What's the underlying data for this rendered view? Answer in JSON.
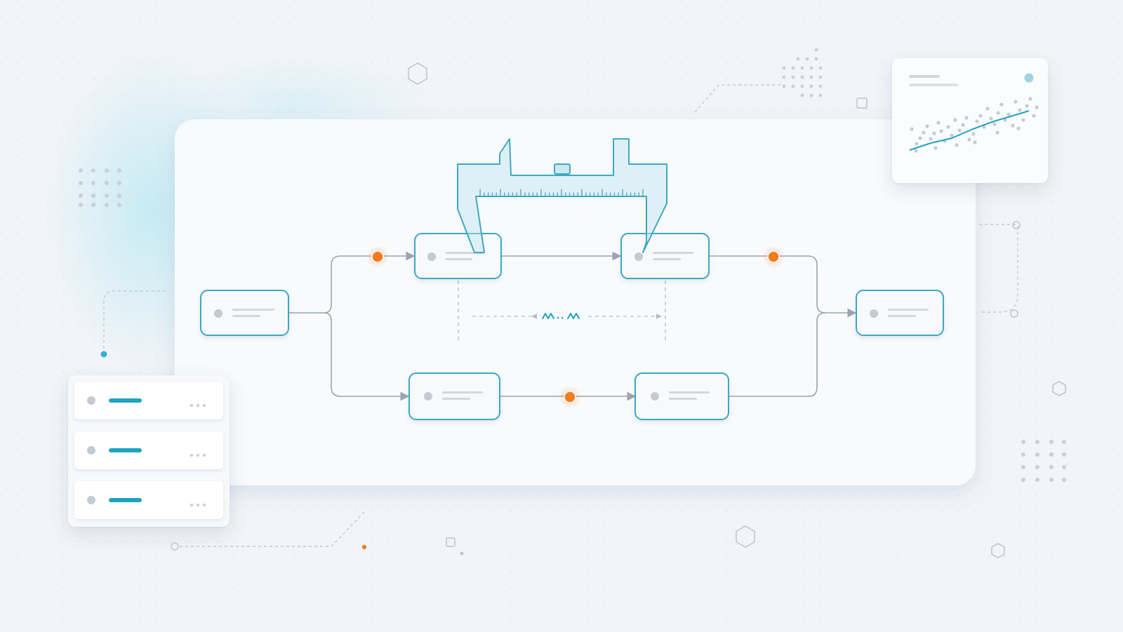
{
  "colors": {
    "background": "#f1f4f8",
    "canvas": "#f8fafc",
    "node_border": "#3ea8c4",
    "accent_teal": "#1fa3c2",
    "accent_orange": "#f47b20",
    "connector": "#9aa4b1",
    "placeholder": "#c4cad3"
  },
  "icons": {
    "caliper": "caliper-icon",
    "measure_squiggle": "squiggle-icon",
    "chart_dot": "status-dot-icon"
  },
  "flow": {
    "nodes": [
      "start",
      "upper-a",
      "upper-b",
      "lower-a",
      "lower-b",
      "end"
    ],
    "markers": [
      "upper-in",
      "upper-out",
      "lower-mid"
    ]
  },
  "list_panel": {
    "rows": [
      "row-1",
      "row-2",
      "row-3"
    ]
  },
  "chart_card": {
    "type": "scatter"
  }
}
